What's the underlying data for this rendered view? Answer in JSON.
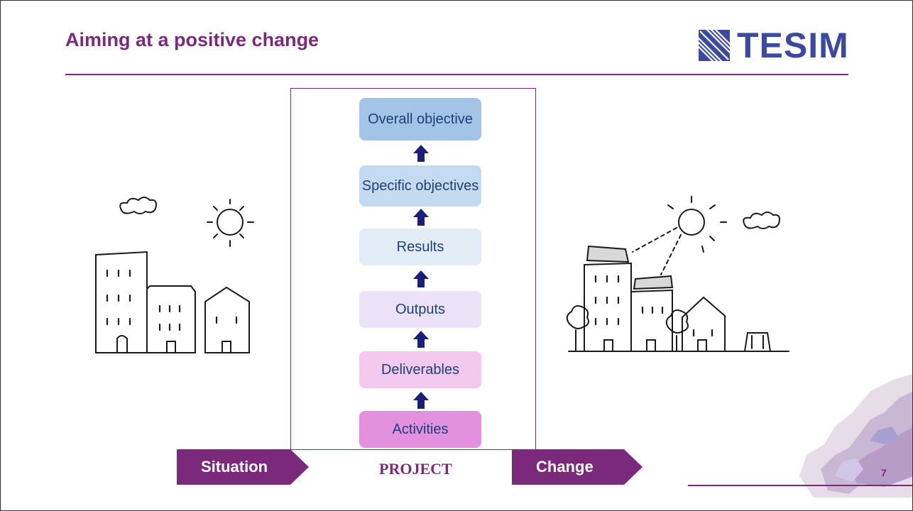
{
  "slide": {
    "title": "Aiming at a positive change",
    "logo_text": "TESIM",
    "page_number": "7"
  },
  "hierarchy": [
    {
      "label": "Overall objective",
      "color": "#a3c4e6"
    },
    {
      "label": "Specific objectives",
      "color": "#c4daf1"
    },
    {
      "label": "Results",
      "color": "#e2ecf7"
    },
    {
      "label": "Outputs",
      "color": "#ebe2f7"
    },
    {
      "label": "Deliverables",
      "color": "#f3c9ef"
    },
    {
      "label": "Activities",
      "color": "#e391df"
    }
  ],
  "bottom_flow": {
    "situation": "Situation",
    "project": "PROJECT",
    "change": "Change"
  },
  "colors": {
    "accent": "#7b2a7b",
    "logo": "#3b4aa0",
    "arrow": "#1a1f7a",
    "level_text": "#1f3f7a"
  },
  "icons": [
    "tesim-logo-icon",
    "arrow-up-icon",
    "city-sketch-before-icon",
    "city-sketch-after-icon",
    "europe-map-icon"
  ]
}
